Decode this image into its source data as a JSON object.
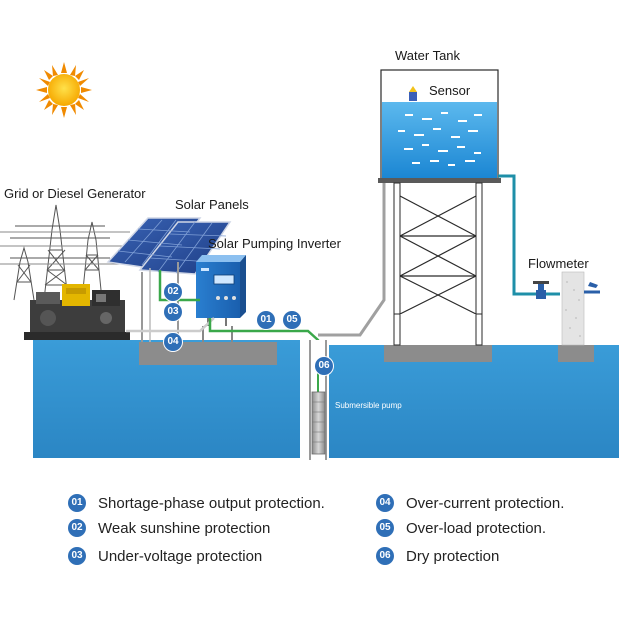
{
  "labels": {
    "water_tank": "Water Tank",
    "sensor": "Sensor",
    "generator": "Grid or Diesel Generator",
    "solar_panels": "Solar Panels",
    "inverter": "Solar Pumping Inverter",
    "flowmeter": "Flowmeter",
    "pump": "Submersible pump"
  },
  "badges": {
    "b01": "01",
    "b02": "02",
    "b03": "03",
    "b04": "04",
    "b05": "05",
    "b06": "06"
  },
  "legend": [
    {
      "num": "01",
      "text": "Shortage-phase output protection."
    },
    {
      "num": "02",
      "text": "Weak sunshine protection"
    },
    {
      "num": "03",
      "text": "Under-voltage protection"
    },
    {
      "num": "04",
      "text": "Over-current protection."
    },
    {
      "num": "05",
      "text": "Over-load protection."
    },
    {
      "num": "06",
      "text": "Dry protection"
    }
  ],
  "colors": {
    "water": "#2e8fcc",
    "badge": "#2f6fb7",
    "wire_green": "#3aa84a",
    "pipe_gray": "#a0a0a0",
    "pipe_teal": "#1e8fa8"
  },
  "icons": {
    "sun": "sun-icon",
    "tower": "power-tower-icon",
    "generator": "diesel-generator-icon",
    "panel": "solar-panel-icon",
    "inverter": "inverter-icon",
    "tank": "water-tank-icon",
    "sensor": "level-sensor-icon",
    "valve": "valve-icon",
    "pump": "submersible-pump-icon"
  }
}
